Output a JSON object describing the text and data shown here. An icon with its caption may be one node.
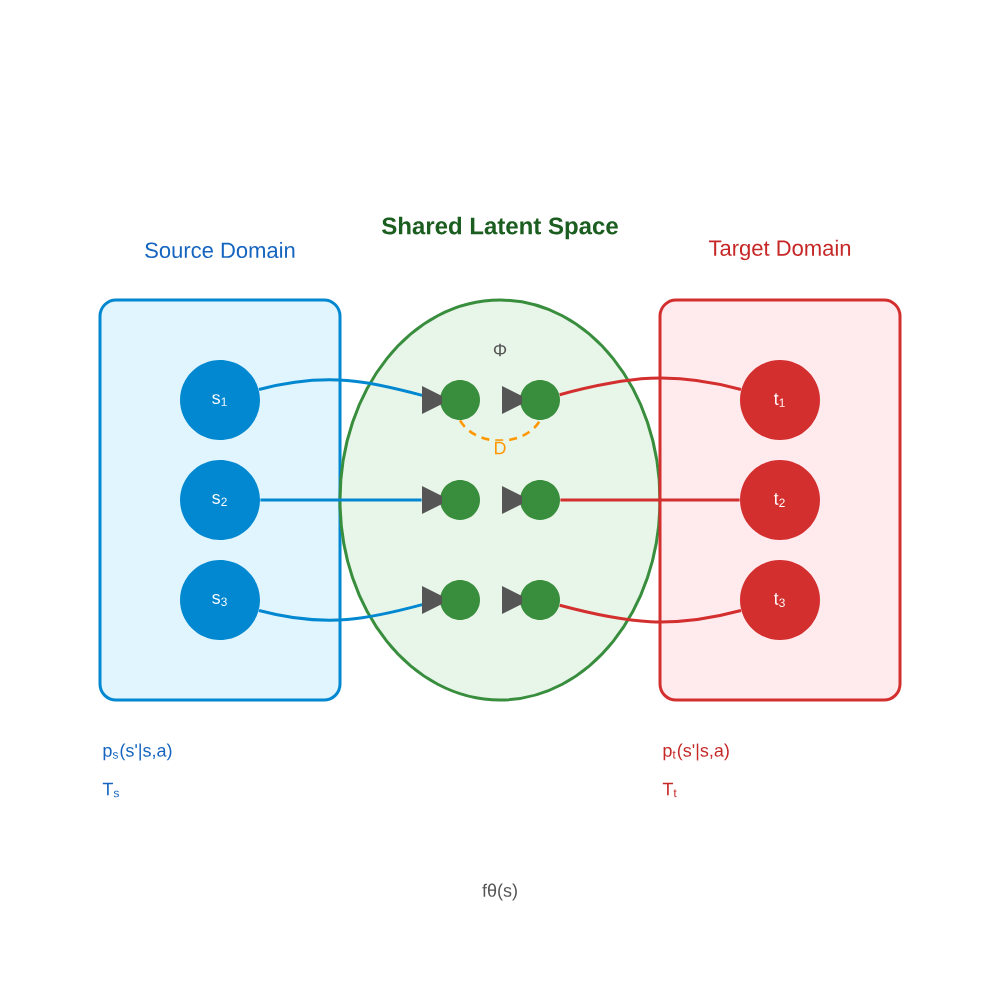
{
  "diagram": {
    "nodes": [
      {
        "text": [
          "Source Domain"
        ]
      },
      {
        "text": [
          "Shared Latent Space"
        ]
      },
      {
        "text": [
          "Target Domain"
        ]
      },
      {
        "text": [
          "s$_{1}$"
        ],
        "in": 0
      },
      {
        "text": [
          "s$_{2}$"
        ],
        "in": 0
      },
      {
        "text": [
          "s$_{3}$"
        ],
        "in": 0
      },
      {
        "text": [],
        "shape": "circle",
        "in": 1
      },
      {
        "text": [],
        "shape": "circle",
        "in": 1
      },
      {
        "text": [],
        "shape": "circle",
        "in": 1
      },
      {
        "text": [],
        "shape": "circle",
        "in": 1
      },
      {
        "text": [],
        "shape": "circle",
        "in": 1
      },
      {
        "text": [],
        "shape": "circle",
        "in": 1
      },
      {
        "text": [
          "t$_{1}$"
        ],
        "in": 2
      },
      {
        "text": [
          "t$_{2}$"
        ],
        "in": 2
      },
      {
        "text": [
          "t$_{3}$"
        ],
        "in": 2
      }
    ],
    "edges": [
      {
        "from": 3,
        "to": 6,
        "arrow": "to",
        "color": "#0288d1"
      },
      {
        "from": 4,
        "to": 8,
        "arrow": "to",
        "color": "#0288d1"
      },
      {
        "from": 5,
        "to": 10,
        "arrow": "to",
        "color": "#0288d1"
      },
      {
        "from": 7,
        "to": 12,
        "arrow": "none",
        "color": "#d32f2f"
      },
      {
        "from": 9,
        "to": 13,
        "arrow": "none",
        "color": "#d32f2f"
      },
      {
        "from": 11,
        "to": 14,
        "arrow": "none",
        "color": "#d32f2f"
      },
      {
        "from": 6,
        "to": 7,
        "arrow": "none",
        "style": "dashed",
        "color": "#ff9800",
        "label": "D"
      }
    ],
    "labels": [
      "Φ",
      "p$_{s}$(s'|s,a)",
      "T$_{s}$",
      "p$_{t}$(s'|s,a)",
      "T$_{t}$",
      "fθ(s)"
    ]
  }
}
